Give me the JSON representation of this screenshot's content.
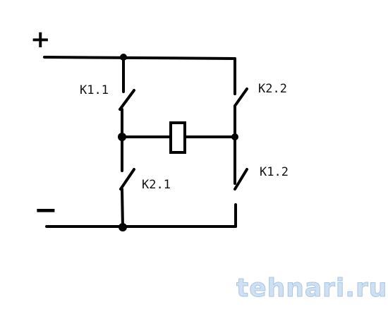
{
  "terminals": {
    "positive": "+",
    "negative": "−"
  },
  "contacts": {
    "k1_1": "K1.1",
    "k2_2": "K2.2",
    "k2_1": "K2.1",
    "k1_2": "K1.2"
  },
  "watermark": "tehnari.ru"
}
